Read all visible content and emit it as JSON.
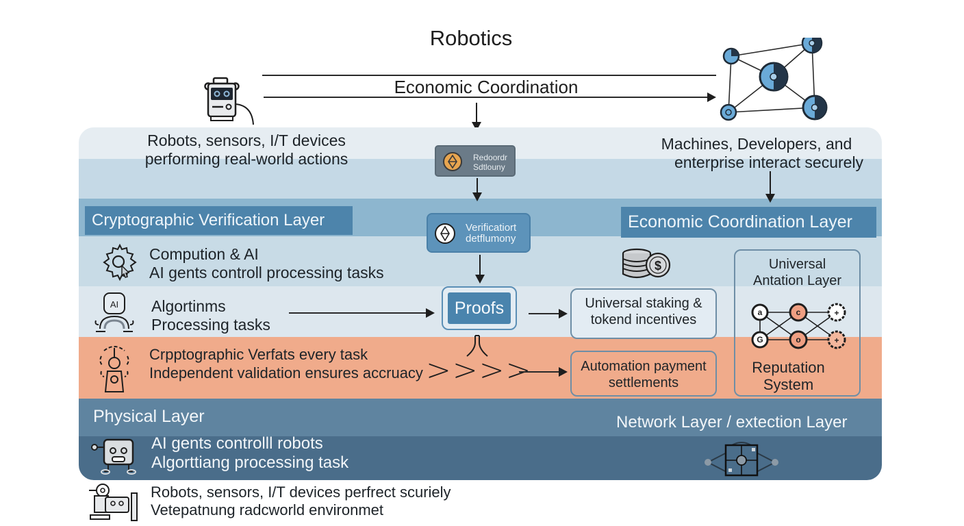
{
  "header": {
    "title": "Robotics",
    "flow_label": "Economic Coordination"
  },
  "top_left": {
    "icon": "robot-icon",
    "line1": "Robots, sensors, I/T devices",
    "line2": "performing real-world actions"
  },
  "top_right": {
    "icon": "network-nodes-icon",
    "line1": "Machines, Developers, and",
    "line2": "enterprise interact securely"
  },
  "center_column": {
    "record_box": {
      "icon": "ethereum-coin-icon",
      "line1": "Redoordr",
      "line2": "Sdtlouny"
    },
    "verification_box": {
      "icon": "ethereum-icon",
      "line1": "Verificatiort",
      "line2": "detflumony"
    },
    "proofs_label": "Proofs"
  },
  "layers": {
    "crypto_verification": "Cryptographic Verification Layer",
    "economic_coordination": "Economic Coordination Layer",
    "physical": "Physical Layer",
    "network": "Network Layer / extection Layer"
  },
  "left_rows": [
    {
      "icon": "gear-cursor-icon",
      "line1": "Compution & AI",
      "line2": "AI gents controll processing tasks"
    },
    {
      "icon": "ai-chip-icon",
      "icon_text": "AI",
      "line1": "Algortinms",
      "line2": "Processing tasks"
    },
    {
      "icon": "crypto-gear-icon",
      "line1": "Crpptographic Verfats every task",
      "line2": "Independent validation ensures accruacy"
    },
    {
      "icon": "robot-face-icon",
      "line1": "AI gents controlll robots",
      "line2": "Algorttiang processing task"
    }
  ],
  "chevrons": ">>>>",
  "right_boxes": {
    "staking": {
      "line1": "Universal staking &",
      "line2": "tokend incentives",
      "icon": "coins-dollar-icon"
    },
    "payment": {
      "line1": "Automation payment",
      "line2": "settlements"
    },
    "attestation": {
      "line1": "Universal",
      "line2": "Antation Layer",
      "line3": "Reputation",
      "line4": "System",
      "icon": "node-graph-icon"
    }
  },
  "network_icon": "network-hub-icon",
  "footer": {
    "icon": "robot-machine-icon",
    "line1": "Robots, sensors, I/T devices perfrect scuriely",
    "line2": "Vetepatnung radcworld environmet"
  },
  "colors": {
    "band_top": "#e6edf2",
    "band_light_blue": "#c5d9e6",
    "band_mid_blue": "#8db6cf",
    "band_pale": "#dde7ee",
    "band_salmon": "#f0ab8b",
    "band_steel": "#5f84a0",
    "band_dark_steel": "#4a6d8a",
    "layer_tag": "#4d84ab"
  }
}
